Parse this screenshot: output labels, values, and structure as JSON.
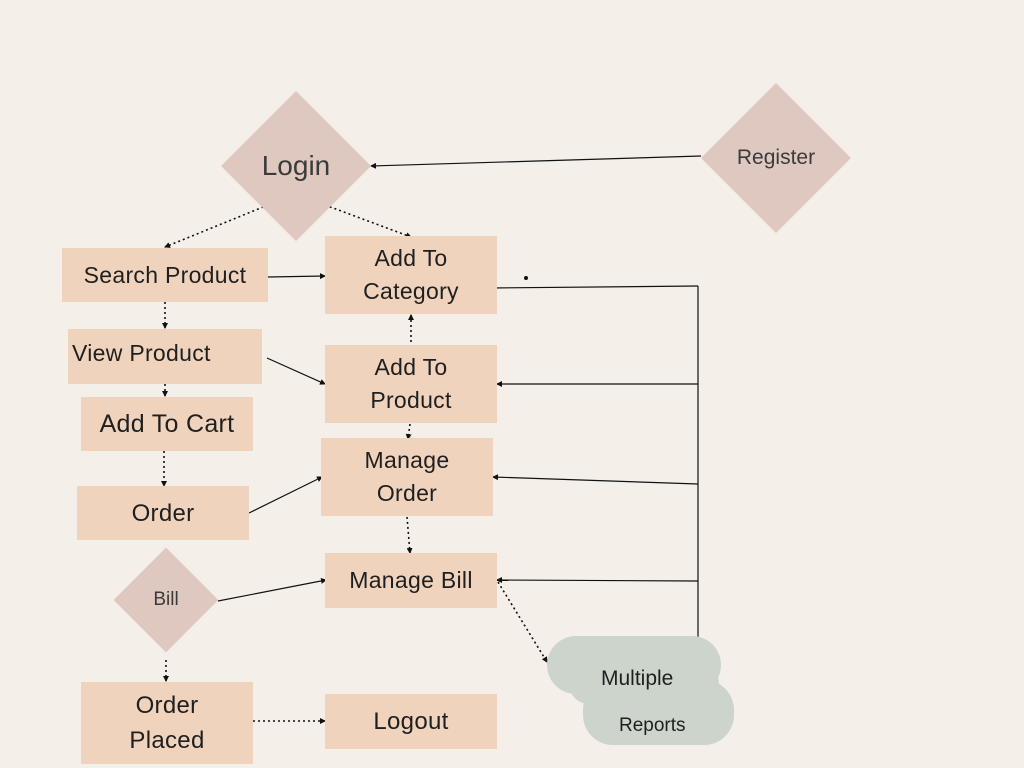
{
  "diagram": {
    "nodes": {
      "login": "Login",
      "register": "Register",
      "search_product": "Search Product",
      "view_product": "View Product",
      "add_to_cart": "Add To Cart",
      "order": "Order",
      "bill": "Bill",
      "order_placed": "Order Placed",
      "add_to_category": "Add To Category",
      "add_to_product": "Add To Product",
      "manage_order": "Manage Order",
      "manage_bill": "Manage Bill",
      "logout": "Logout",
      "reports_line1": "Multiple",
      "reports_line2": "Reports"
    },
    "colors": {
      "background": "#f4efe9",
      "process_box": "#f0d3bd",
      "decision_diamond": "#dec8bf",
      "reports_cloud": "#ccd4cb"
    }
  }
}
